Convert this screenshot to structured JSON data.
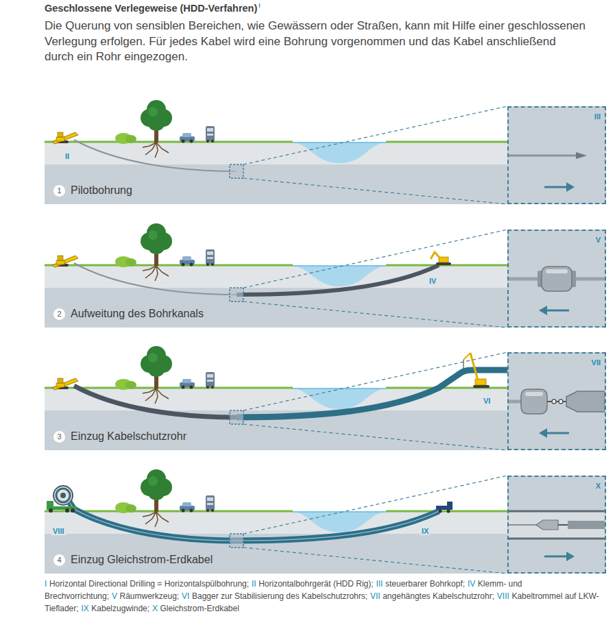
{
  "diagram": {
    "title": "Geschlossene Verlegeweise (HDD-Verfahren)",
    "caption": "Die Querung von sensiblen Bereichen, wie Gewässern oder Straßen, kann mit Hilfe einer geschlossenen Verlegung erfolgen. Für jedes Kabel wird eine Bohrung vorgenommen und das Kabel anschließend durch ein Rohr eingezogen.",
    "nodes": [
      {
        "text": [
          "1",
          "Pilotbohrung"
        ]
      },
      {
        "text": [
          "III"
        ]
      },
      {
        "text": [
          "2",
          "Aufweitung des Bohrkanals"
        ]
      },
      {
        "text": [
          "V"
        ]
      },
      {
        "text": [
          "3",
          "Einzug Kabelschutzrohr"
        ]
      },
      {
        "text": [
          "VII"
        ]
      },
      {
        "text": [
          "4",
          "Einzug Gleichstrom-Erdkabel"
        ]
      },
      {
        "text": [
          "X"
        ]
      }
    ],
    "labels": [
      "I",
      "II",
      "IV",
      "VI",
      "VIII",
      "IX",
      "I",
      "Horizontal Directional Drilling = Horizontalspülbohrung;",
      "II",
      "Horizontalbohrgerät (HDD Rig);",
      "III",
      "steuerbarer Bohrkopf;",
      "IV",
      "Klemm- und Brechvorrichtung;",
      "V",
      "Räumwerkzeug;",
      "VI",
      "Bagger zur Stabilisierung des Kabelschutzrohrs;",
      "VII",
      "angehängtes Kabelschutzrohr;",
      "VIII",
      "Kabeltrommel auf LKW-Tieflader;",
      "IX",
      "Kabelzugwinde;",
      "X",
      "Gleichstrom-Erdkabel"
    ]
  }
}
